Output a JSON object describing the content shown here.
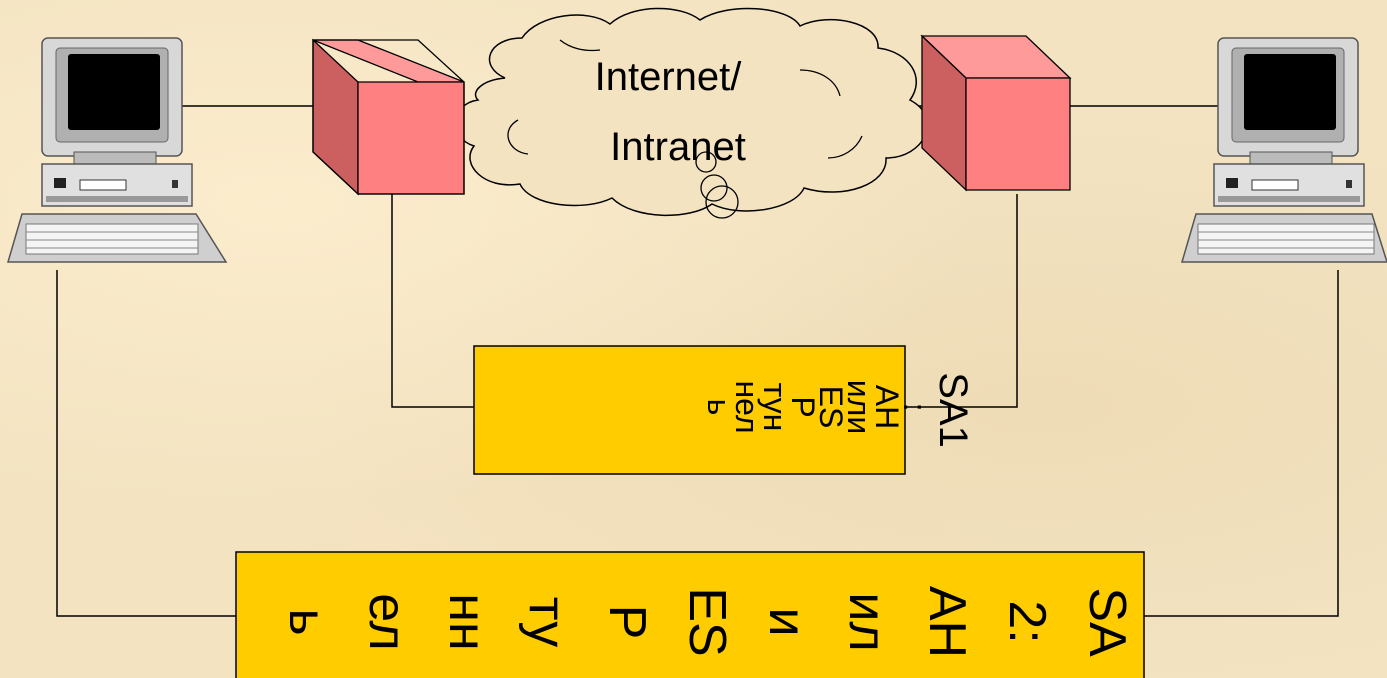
{
  "cloud_label": {
    "line1": "Internet/",
    "line2": "Intranet"
  },
  "sa1": {
    "label": "SA1",
    "lines": [
      ":",
      "AH",
      "или",
      "ES",
      "P",
      "тун",
      "нел",
      "ь"
    ]
  },
  "sa2": {
    "lines": [
      "SA",
      "2:",
      "AH",
      "ил",
      "и",
      "ES",
      "P",
      "ту",
      "нн",
      "ел",
      "ь"
    ]
  },
  "colors": {
    "background": "#f3e3c1",
    "gateway_front": "#ff8080",
    "gateway_side": "#cc6060",
    "gateway_top": "#ff9a9a",
    "box_fill": "#ffcc00",
    "line": "#000000"
  }
}
